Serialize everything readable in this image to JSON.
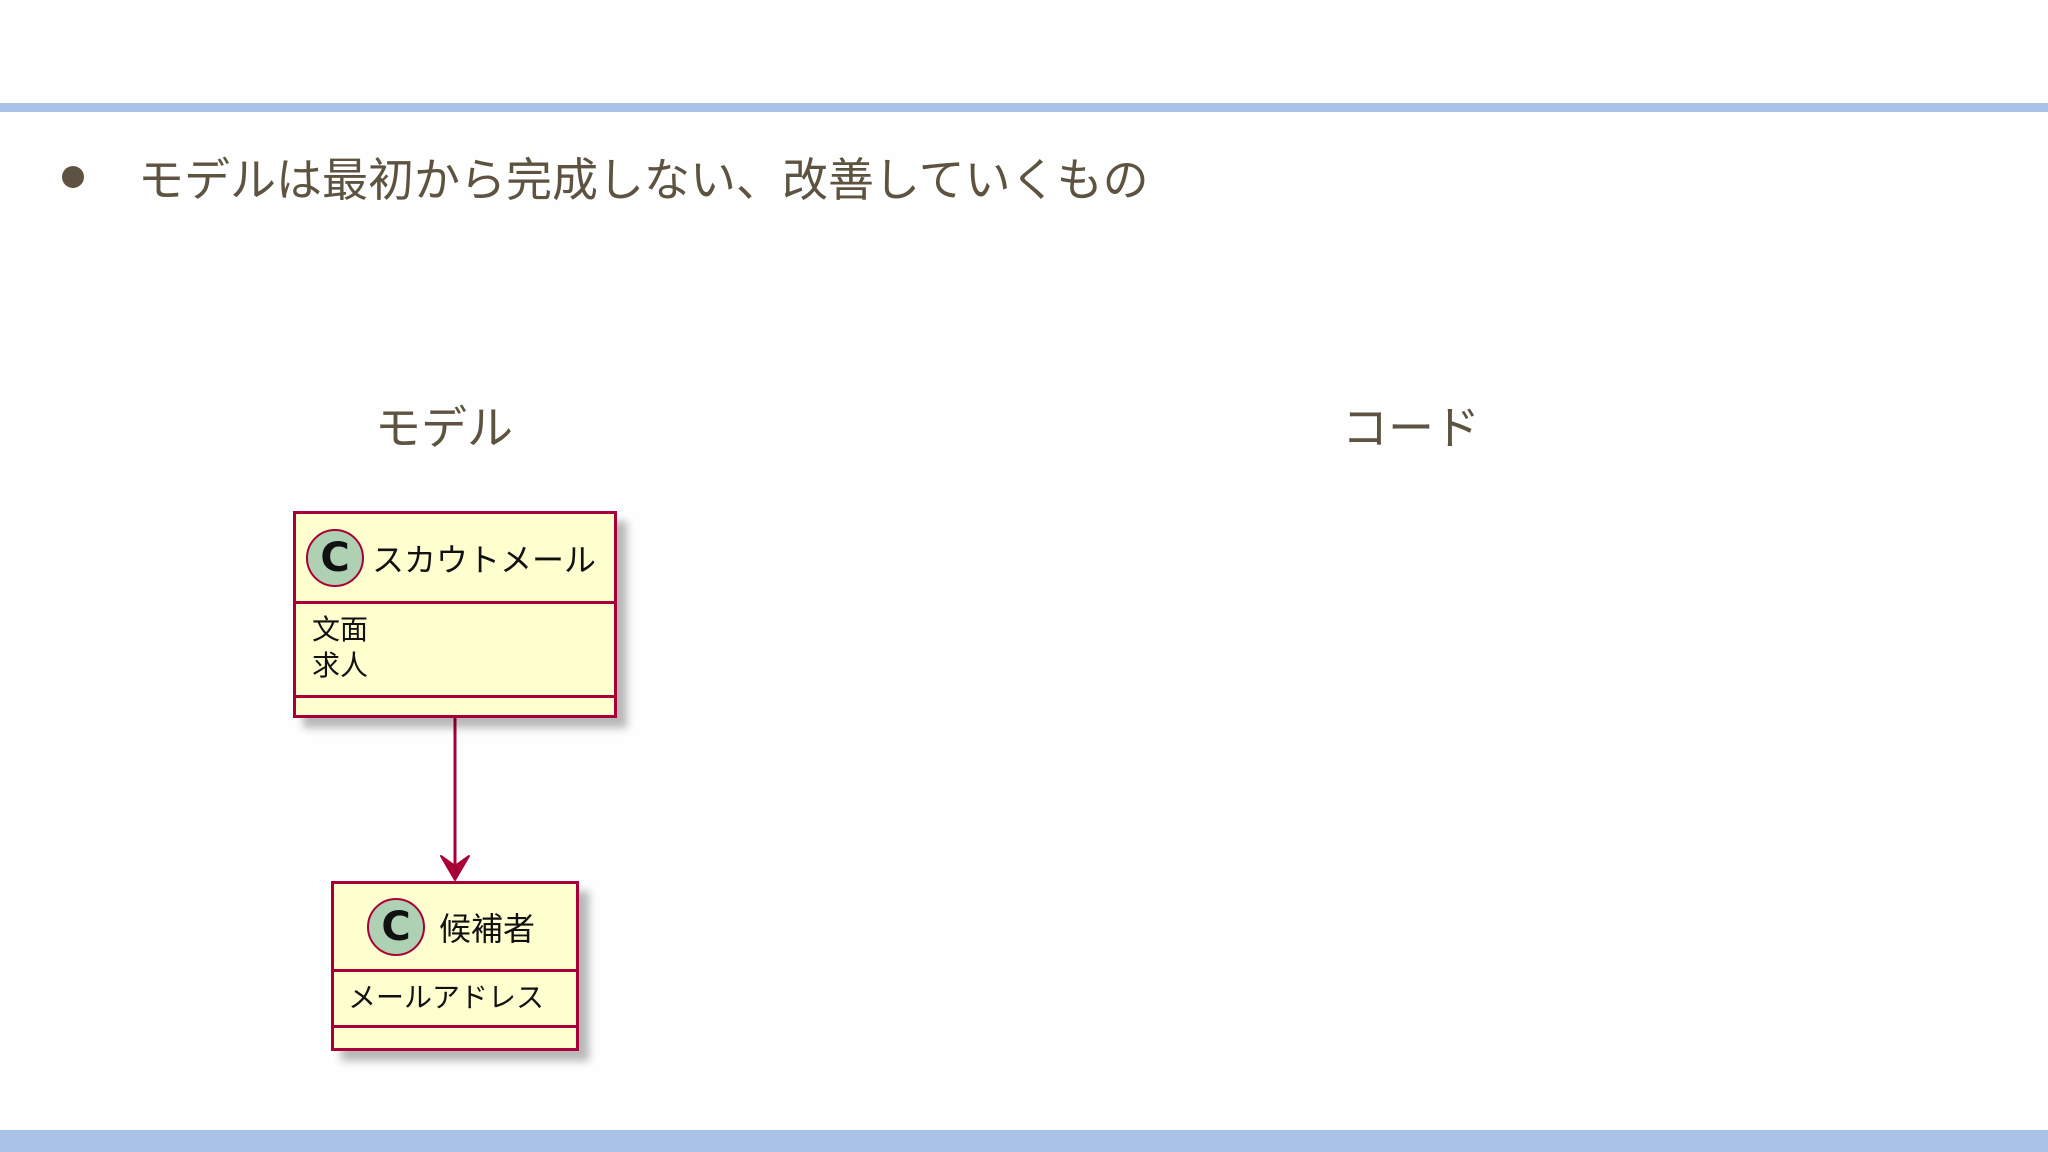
{
  "slide": {
    "bullet_text": "モデルは最初から完成しない、改善していくもの",
    "model_label": "モデル",
    "code_label": "コード"
  },
  "diagram": {
    "classes": [
      {
        "name": "スカウトメール",
        "badge": "C",
        "attributes": [
          "文面",
          "求人"
        ]
      },
      {
        "name": "候補者",
        "badge": "C",
        "attributes": [
          "メールアドレス"
        ]
      }
    ],
    "relations": [
      {
        "from": "スカウトメール",
        "to": "候補者",
        "type": "directed-association"
      }
    ]
  },
  "colors": {
    "rule": "#a9c2e6",
    "text": "#5d5340",
    "class_fill": "#fefece",
    "class_border": "#a80036",
    "badge_fill": "#add1b2"
  }
}
